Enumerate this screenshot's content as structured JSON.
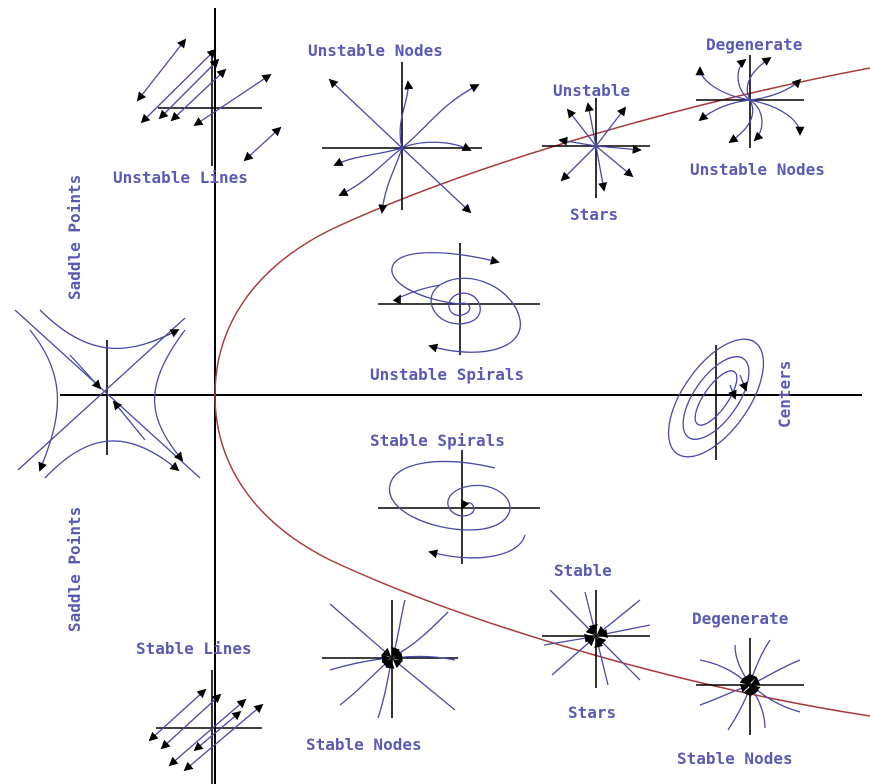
{
  "labels": {
    "unstable_nodes": "Unstable Nodes",
    "unstable_lines": "Unstable Lines",
    "saddle_points_top": "Saddle Points",
    "saddle_points_bottom": "Saddle Points",
    "unstable_star_top": "Unstable",
    "unstable_star_bottom": "Stars",
    "degenerate_top": "Degenerate",
    "degenerate_unstable_nodes": "Unstable Nodes",
    "unstable_spirals": "Unstable Spirals",
    "stable_spirals": "Stable Spirals",
    "centers": "Centers",
    "stable_star_top": "Stable",
    "stable_star_bottom": "Stars",
    "degenerate_bottom": "Degenerate",
    "degenerate_stable_nodes": "Stable Nodes",
    "stable_lines": "Stable Lines",
    "stable_nodes": "Stable Nodes"
  },
  "colors": {
    "label": "#5a5ab4",
    "trajectory": "#4a4aa8",
    "parabola": "#a83c3c",
    "axes": "#000000"
  }
}
